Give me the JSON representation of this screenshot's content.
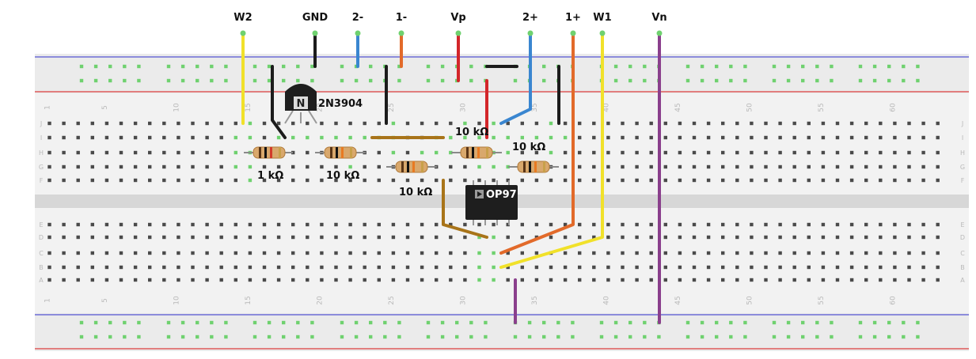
{
  "wire_labels": {
    "w2": "W2",
    "gnd": "GND",
    "two_minus": "2-",
    "one_minus": "1-",
    "vp": "Vp",
    "two_plus": "2+",
    "one_plus": "1+",
    "w1": "W1",
    "vn": "Vn"
  },
  "components": {
    "transistor": {
      "name": "2N3904",
      "symbol": "N"
    },
    "opamp": {
      "name": "OP97"
    },
    "resistors": [
      {
        "id": "r1",
        "label": "1 kΩ"
      },
      {
        "id": "r2",
        "label": "10 kΩ"
      },
      {
        "id": "r3",
        "label": "10 kΩ"
      },
      {
        "id": "r4",
        "label": "10 kΩ"
      },
      {
        "id": "r5",
        "label": "10 kΩ"
      }
    ]
  },
  "column_numbers": [
    "1",
    "5",
    "10",
    "15",
    "20",
    "25",
    "30",
    "35",
    "40",
    "45",
    "50",
    "55",
    "60"
  ],
  "row_letters_top": [
    "J",
    "I",
    "H",
    "G",
    "F"
  ],
  "row_letters_bottom": [
    "E",
    "D",
    "C",
    "B",
    "A"
  ],
  "colors": {
    "yellow_wire": "#f1e12a",
    "black_wire": "#1c1c1c",
    "blue_wire": "#3a86d0",
    "orange_wire": "#e26a2a",
    "red_wire": "#d3262a",
    "purple_wire": "#8a3f8c",
    "brown_wire": "#a87419",
    "green_hole": "#6fd16f",
    "board": "#f1f1f1",
    "rail_red": "#e05a5a",
    "rail_blue": "#6c6cd6"
  }
}
